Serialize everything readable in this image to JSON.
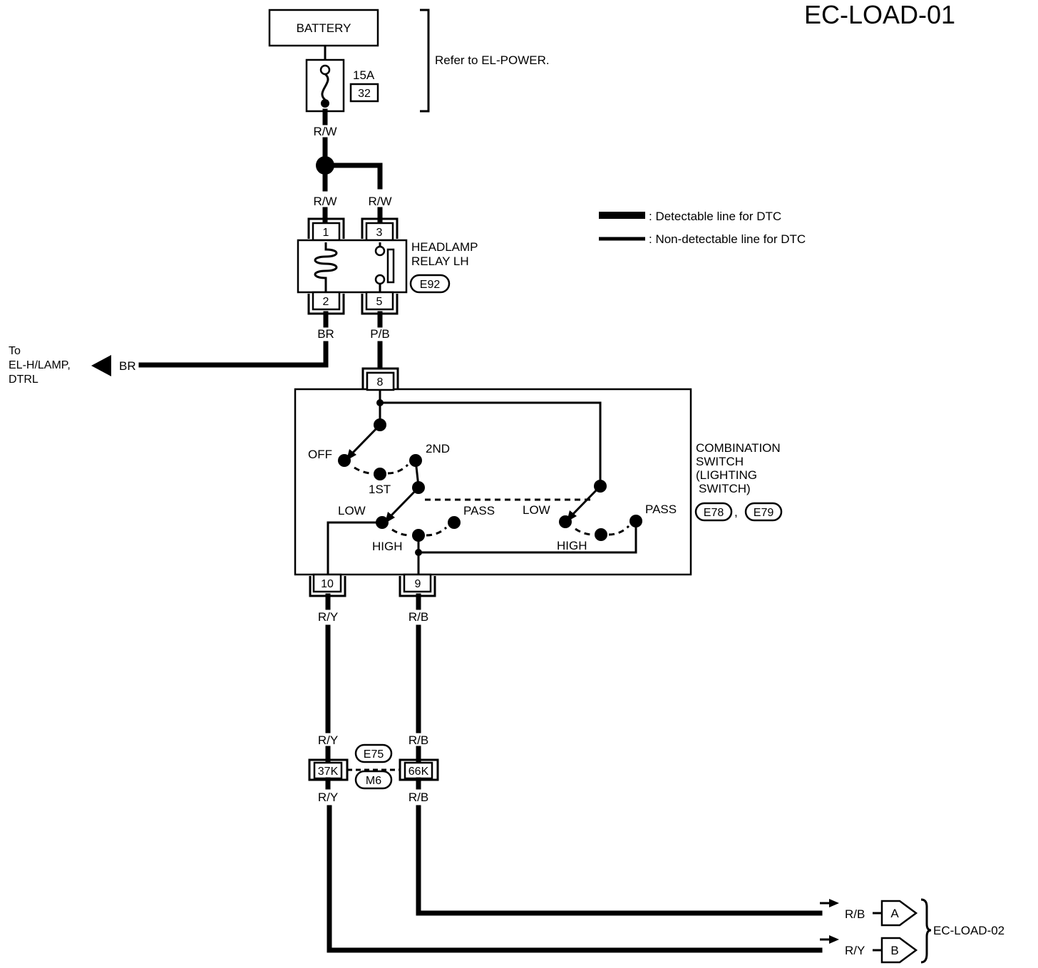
{
  "page_id": "EC-LOAD-01",
  "battery": "BATTERY",
  "fuse": {
    "amps": "15A",
    "num": "32"
  },
  "refer": "Refer to EL-POWER.",
  "wires": {
    "rw1": "R/W",
    "rw2": "R/W",
    "rw3": "R/W",
    "br1": "BR",
    "br2": "BR",
    "pb": "P/B",
    "ry1": "R/Y",
    "rb1": "R/B",
    "ry2": "R/Y",
    "rb2": "R/B",
    "ry3": "R/Y",
    "rb3": "R/B",
    "rb4": "R/B",
    "ry4": "R/Y"
  },
  "legend": {
    "detectable": ": Detectable line for DTC",
    "nondetectable": ": Non-detectable line for DTC"
  },
  "relay": {
    "name1": "HEADLAMP",
    "name2": "RELAY LH",
    "conn": "E92",
    "p1": "1",
    "p2": "2",
    "p3": "3",
    "p5": "5"
  },
  "to_label": {
    "l1": "To",
    "l2": "EL-H/LAMP,",
    "l3": "DTRL"
  },
  "combo": {
    "n1": "COMBINATION",
    "n2": "SWITCH",
    "n3": "(LIGHTING",
    "n4": "SWITCH)",
    "c1": "E78",
    "sep": ",",
    "c2": "E79",
    "p8": "8",
    "p10": "10",
    "p9": "9",
    "off": "OFF",
    "first": "1ST",
    "second": "2ND",
    "low1": "LOW",
    "pass1": "PASS",
    "high1": "HIGH",
    "low2": "LOW",
    "pass2": "PASS",
    "high2": "HIGH"
  },
  "joint": {
    "c1": "E75",
    "c2": "M6",
    "t1": "37K",
    "t2": "66K"
  },
  "refs": {
    "a": "A",
    "b": "B",
    "dest": "EC-LOAD-02"
  }
}
